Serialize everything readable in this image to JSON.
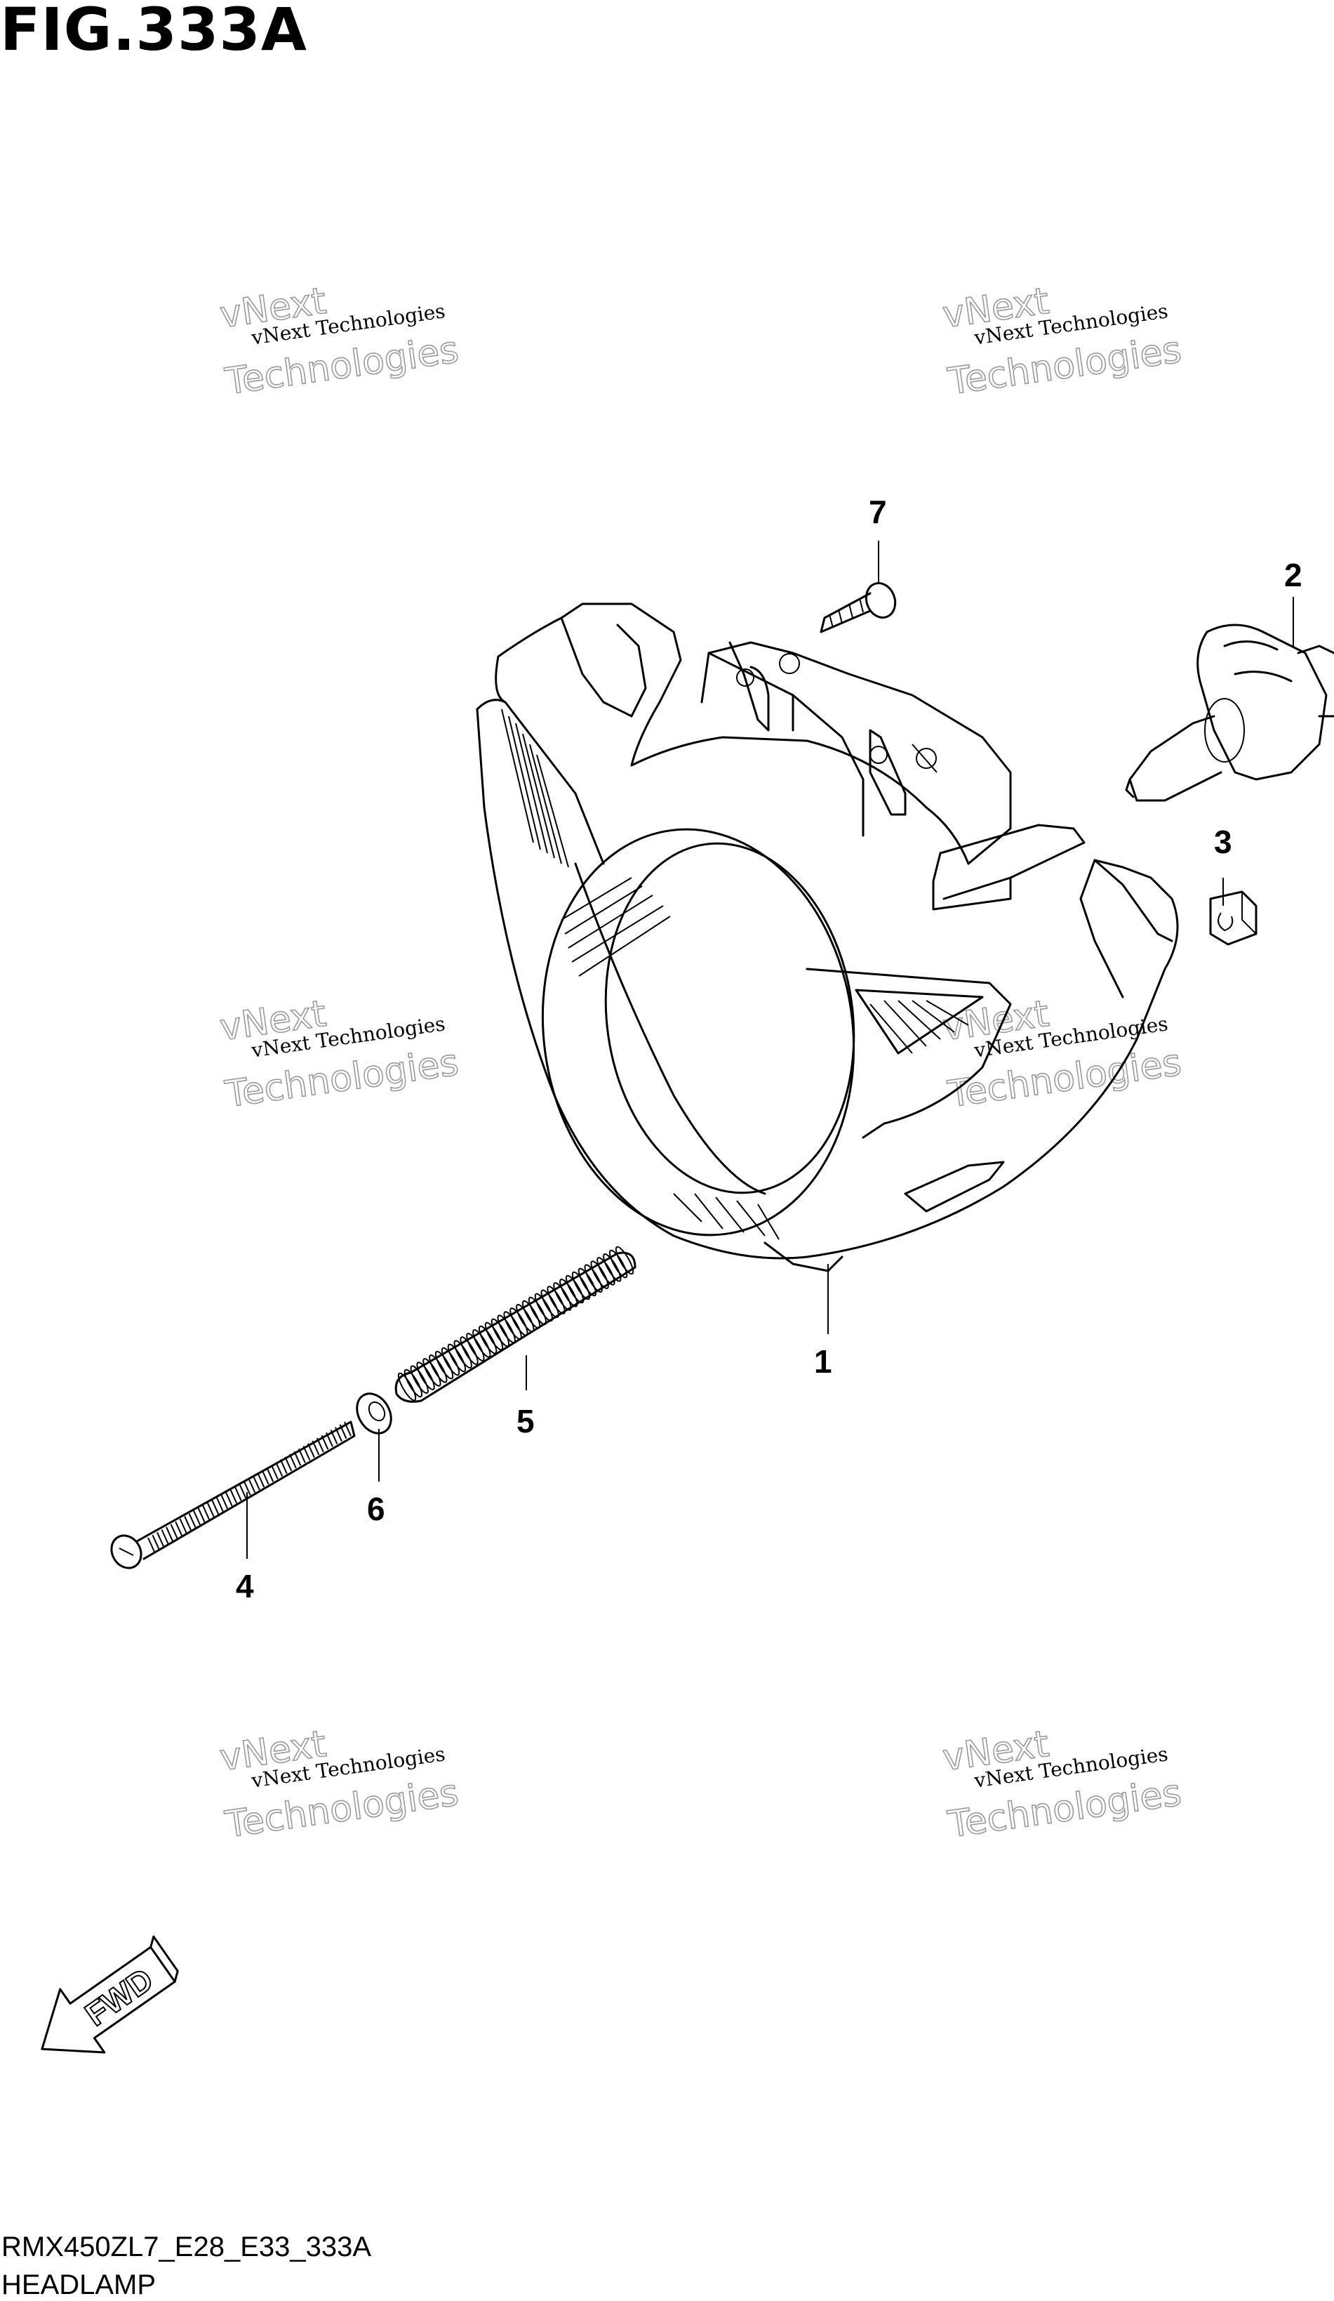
{
  "figure": {
    "title": "FIG.333A",
    "model_code": "RMX450ZL7_E28_E33_333A",
    "section_name": "HEADLAMP"
  },
  "callouts": [
    {
      "id": "1",
      "label": "1"
    },
    {
      "id": "2",
      "label": "2"
    },
    {
      "id": "3",
      "label": "3"
    },
    {
      "id": "4",
      "label": "4"
    },
    {
      "id": "5",
      "label": "5"
    },
    {
      "id": "6",
      "label": "6"
    },
    {
      "id": "7",
      "label": "7"
    }
  ],
  "fwd_arrow": {
    "label": "FWD"
  },
  "watermark": {
    "line1": "vNext Technologies",
    "line2": "vNext",
    "line3": "Technologies"
  }
}
